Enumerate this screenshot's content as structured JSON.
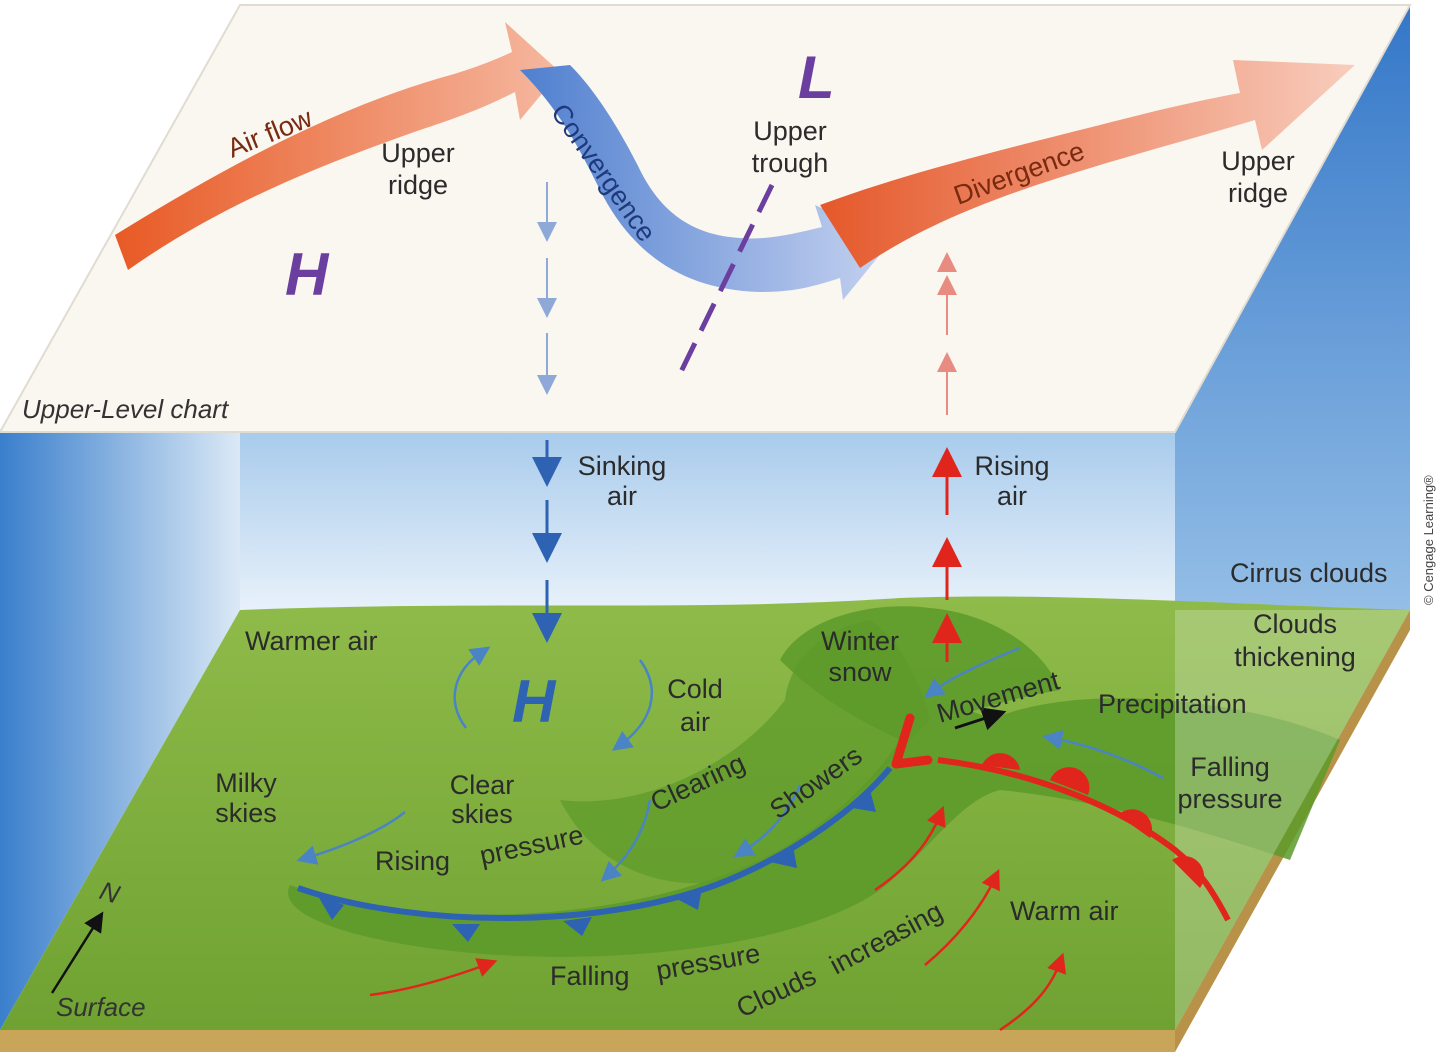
{
  "upper_level": {
    "chart_label": "Upper-Level chart",
    "air_flow": "Air flow",
    "convergence": "Convergence",
    "divergence": "Divergence",
    "upper_ridge_left": [
      "Upper",
      "ridge"
    ],
    "upper_ridge_right": [
      "Upper",
      "ridge"
    ],
    "upper_trough": [
      "Upper",
      "trough"
    ],
    "high_symbol": "H",
    "low_symbol": "L"
  },
  "middle": {
    "sinking_air": [
      "Sinking",
      "air"
    ],
    "rising_air": [
      "Rising",
      "air"
    ],
    "cirrus_clouds": "Cirrus clouds"
  },
  "surface": {
    "surface_label": "Surface",
    "north": "N",
    "warmer_air": "Warmer air",
    "high_symbol": "H",
    "low_symbol": "L",
    "cold_air": [
      "Cold",
      "air"
    ],
    "winter_snow": [
      "Winter",
      "snow"
    ],
    "movement": "Movement",
    "clouds_thickening": [
      "Clouds",
      "thickening"
    ],
    "precipitation": "Precipitation",
    "falling_pressure_right": [
      "Falling",
      "pressure"
    ],
    "milky_skies": [
      "Milky",
      "skies"
    ],
    "clear_skies": [
      "Clear",
      "skies"
    ],
    "clearing": "Clearing",
    "showers": "Showers",
    "rising_pressure": [
      "Rising",
      "pressure"
    ],
    "falling_pressure_bottom": [
      "Falling",
      "pressure"
    ],
    "clouds_increasing": [
      "Clouds",
      "increasing"
    ],
    "warm_air": "Warm air"
  },
  "credit": "© Cengage Learning®",
  "colors": {
    "upper_plane": "#faf6f0",
    "sky_blue": "#3f86d1",
    "ground_green": "#79aa3a",
    "dark_green": "#4f8e25",
    "cold_front": "#2e62b3",
    "warm_front": "#e0261c",
    "pressure_symbol": "#6a3fa0",
    "flow_orange": "#ea6a35",
    "flow_blue": "#5b86d0"
  }
}
